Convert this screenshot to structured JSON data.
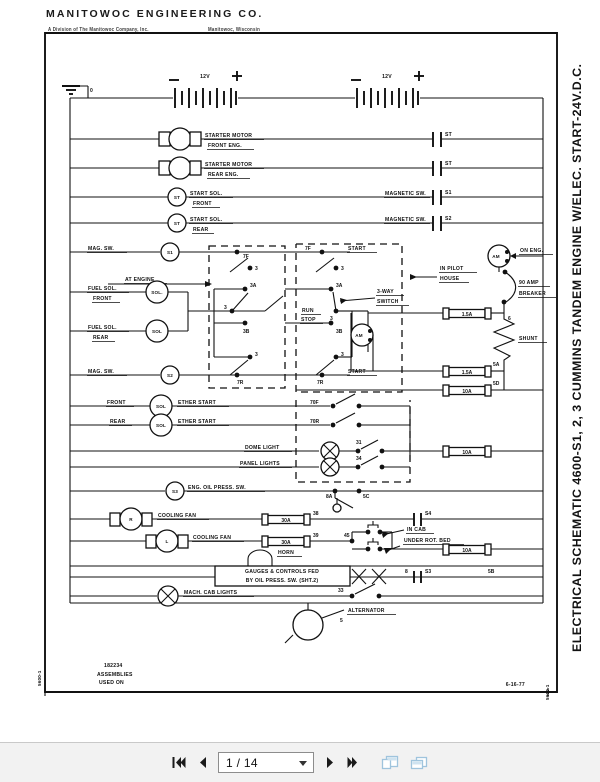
{
  "document": {
    "company": "MANITOWOC ENGINEERING CO.",
    "subtitle_left": "A Division of The Manitowoc Company, Inc.",
    "subtitle_right": "Manitowoc, Wisconsin",
    "vertical_title": "ELECTRICAL SCHEMATIC 4600-S1, 2, 3 CUMMINS TANDEM ENGINE W/ELEC. START-24V.D.C.",
    "drawing_number_left": "5600-1",
    "drawing_number_right": "5600-1",
    "date": "6-16-77",
    "assembly_number": "182234",
    "assembly_line2": "ASSEMBLIES",
    "assembly_line3": "USED ON"
  },
  "schematic": {
    "ground_label": "0",
    "batteries": [
      {
        "label": "12V",
        "minus": "−",
        "plus": "+"
      },
      {
        "label": "12V",
        "minus": "−",
        "plus": "+"
      }
    ],
    "rungs": [
      {
        "id": "starter-motor-front",
        "device": "motor",
        "label_line1": "STARTER MOTOR",
        "label_line2": "FRONT ENG.",
        "contact": "ST"
      },
      {
        "id": "starter-motor-rear",
        "device": "motor",
        "label_line1": "STARTER MOTOR",
        "label_line2": "REAR ENG.",
        "contact": "ST"
      },
      {
        "id": "start-sol-front",
        "device": "coil",
        "coil": "ST",
        "label_line1": "START SOL.",
        "label_line2": "FRONT",
        "right_label": "MAGNETIC SW.",
        "contact": "S1"
      },
      {
        "id": "start-sol-rear",
        "device": "coil",
        "coil": "ST",
        "label_line1": "START SOL.",
        "label_line2": "REAR",
        "right_label": "MAGNETIC SW.",
        "contact": "S2"
      }
    ],
    "mag_sw_top": {
      "label": "MAG. SW.",
      "coil": "S1"
    },
    "mag_sw_bottom": {
      "label": "MAG. SW.",
      "coil": "S2"
    },
    "at_engine": "AT ENGINE",
    "fuel_sol_front": {
      "label_line1": "FUEL SOL.",
      "label_line2": "FRONT",
      "coil": "SOL."
    },
    "fuel_sol_rear": {
      "label_line1": "FUEL SOL.",
      "label_line2": "REAR",
      "coil": "SOL."
    },
    "run_stop": {
      "line1": "RUN",
      "line2": "STOP"
    },
    "three_way_switch": {
      "line1": "3-WAY",
      "line2": "SWITCH"
    },
    "start_top": "START",
    "start_bottom": "START",
    "in_pilot_house": {
      "line1": "IN PILOT",
      "line2": "HOUSE"
    },
    "on_eng": "ON ENG.",
    "breaker": {
      "line1": "90 AMP",
      "line2": "BREAKER"
    },
    "shunt": "SHUNT",
    "ammeter_label": "AM",
    "terminal_6": "6",
    "ether_front": {
      "side": "FRONT",
      "coil": "SOL",
      "label": "ETHER START",
      "contact": "70F"
    },
    "ether_rear": {
      "side": "REAR",
      "coil": "SOL",
      "label": "ETHER START",
      "contact": "70R"
    },
    "dome_light": {
      "label": "DOME LIGHT",
      "contact": "31"
    },
    "panel_lights": {
      "label": "PANEL LIGHTS",
      "contact": "34"
    },
    "oil_press_sw": {
      "coil": "S3",
      "label": "ENG. OIL PRESS. SW."
    },
    "cooling_fan_right": {
      "motor": "R",
      "label": "COOLING FAN",
      "fuse": "30A",
      "wire": "38"
    },
    "cooling_fan_left": {
      "motor": "L",
      "label": "COOLING FAN",
      "fuse": "30A",
      "wire": "39"
    },
    "horn": "HORN",
    "gauges_note": {
      "line1": "GAUGES & CONTROLS FED",
      "line2": "BY OIL PRESS. SW. (SHT.2)"
    },
    "mach_cab_lights": "MACH. CAB LIGHTS",
    "alternator": {
      "label": "ALTERNATOR",
      "wire": "5"
    },
    "in_cab": "IN CAB",
    "under_rot_bed": "UNDER ROT. BED",
    "node_labels": [
      "7F",
      "7F",
      "3",
      "3",
      "3A",
      "3A",
      "3",
      "3",
      "3B",
      "3B",
      "7R",
      "7R"
    ],
    "fuses": [
      {
        "rating": "1.5A",
        "tag": ""
      },
      {
        "rating": "1.5A",
        "tag": "5A"
      },
      {
        "rating": "10A",
        "tag": "5D"
      },
      {
        "rating": "10A",
        "tag": ""
      },
      {
        "rating": "10A",
        "tag": ""
      }
    ],
    "misc_tags": [
      "8A",
      "5C",
      "S4",
      "45",
      "8",
      "S3",
      "5B",
      "33"
    ]
  },
  "toolbar": {
    "first_page_label": "First page",
    "prev_page_label": "Previous page",
    "page_value": "1 / 14",
    "next_page_label": "Next page",
    "last_page_label": "Last page",
    "single_page_label": "Single page view",
    "two_page_label": "Two page view",
    "background": "#f2f2f2"
  }
}
